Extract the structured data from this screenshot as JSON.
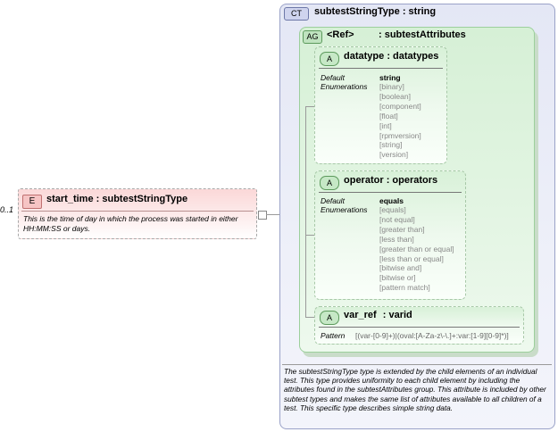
{
  "element": {
    "badge": "E",
    "name": "start_time",
    "type": ": subtestStringType",
    "occurs": "0..1",
    "documentation": "This is the time of day in which the process was started in either HH:MM:SS or days."
  },
  "complex_type": {
    "badge": "CT",
    "name": "subtestStringType",
    "base": ": string",
    "documentation": "The subtestStringType type is extended by the child elements of an individual test.  This type provides uniformity to each child element by including the attributes found in the subtestAttributes group.  This attribute is included by other subtest types and makes the same list of attributes available to all children of a test.  This specific type describes simple string data."
  },
  "attribute_group": {
    "badge": "AG",
    "ref": "<Ref>",
    "name": ": subtestAttributes"
  },
  "attributes": [
    {
      "badge": "A",
      "name": "datatype",
      "type": ": datatypes",
      "default_label": "Default",
      "default_value": "string",
      "enum_label": "Enumerations",
      "enumerations": [
        "[binary]",
        "[boolean]",
        "[component]",
        "[float]",
        "[int]",
        "[rpmversion]",
        "[string]",
        "[version]"
      ]
    },
    {
      "badge": "A",
      "name": "operator",
      "type": ": operators",
      "default_label": "Default",
      "default_value": "equals",
      "enum_label": "Enumerations",
      "enumerations": [
        "[equals]",
        "[not equal]",
        "[greater than]",
        "[less than]",
        "[greater than or equal]",
        "[less than or equal]",
        "[bitwise and]",
        "[bitwise or]",
        "[pattern match]"
      ]
    },
    {
      "badge": "A",
      "name": "var_ref",
      "type": ": varid",
      "pattern_label": "Pattern",
      "pattern_value": "[(var-[0-9]+)|(oval:[A-Za-z\\-\\.]+:var:[1-9][0-9]*)]"
    }
  ],
  "colors": {
    "element_fill": "#fbd8d8",
    "complex_type_fill": "#e4e7f5",
    "attribute_group_fill": "#d6f0d6",
    "attribute_fill": "#d8f1d8"
  }
}
